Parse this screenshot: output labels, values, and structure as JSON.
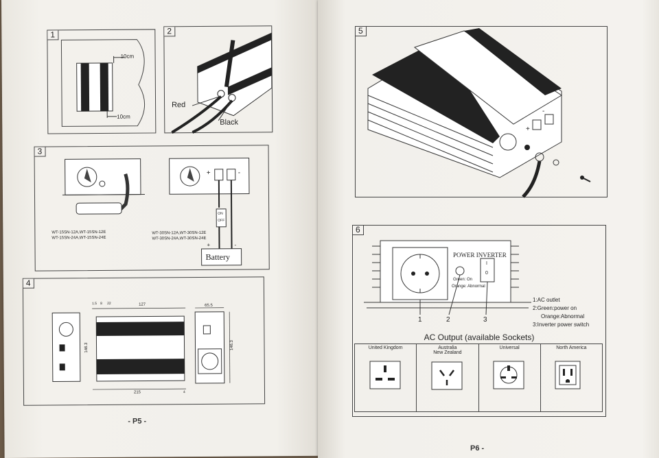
{
  "left_page": {
    "page_number": "- P5 -",
    "panel1": {
      "number": "1",
      "dim_top": "10cm",
      "dim_bottom": "10cm"
    },
    "panel2": {
      "number": "2",
      "label_red": "Red",
      "label_black": "Black"
    },
    "panel3": {
      "number": "3",
      "models_left_line1": "WT-15SN-12A,WT-15SN-12E",
      "models_left_line2": "WT-15SN-24A,WT-15SN-24E",
      "models_right_line1": "WT-30SN-12A,WT-30SN-12E",
      "models_right_line2": "WT-30SN-24A,WT-30SN-24E",
      "fuse_label_top": "ON",
      "fuse_label_bottom": "OFF",
      "battery_label": "Battery",
      "plus": "+",
      "minus": "-"
    },
    "panel4": {
      "number": "4",
      "dim_top_small": "1.5",
      "dim_top_a": "8",
      "dim_top_b": "22",
      "dim_top_main": "127",
      "dim_left_height": "146.3",
      "dim_bottom_main": "215",
      "dim_bottom_small": "4",
      "dim_right_width": "65.5",
      "dim_right_height": "146.3"
    }
  },
  "right_page": {
    "page_number": "P6 -",
    "panel5": {
      "number": "5",
      "plus": "+",
      "minus": "-"
    },
    "panel6": {
      "number": "6",
      "device_title": "POWER INVERTER",
      "led_green": "Green: On",
      "led_orange": "Orange: Abnormal",
      "switch_on": "I",
      "switch_off": "0",
      "callouts": [
        "1",
        "2",
        "3"
      ],
      "legend": [
        "1:AC outlet",
        "2:Green:power on",
        "Orange:Abnormal",
        "3:Inverter power switch"
      ]
    },
    "sockets": {
      "title": "AC Output (available Sockets)",
      "columns": [
        {
          "label": "United Kingdom",
          "icon": "uk-socket-icon"
        },
        {
          "label_line1": "Australia",
          "label_line2": "New Zealand",
          "icon": "au-socket-icon"
        },
        {
          "label": "Universal",
          "icon": "universal-socket-icon"
        },
        {
          "label": "North America",
          "icon": "na-socket-icon"
        }
      ]
    }
  }
}
